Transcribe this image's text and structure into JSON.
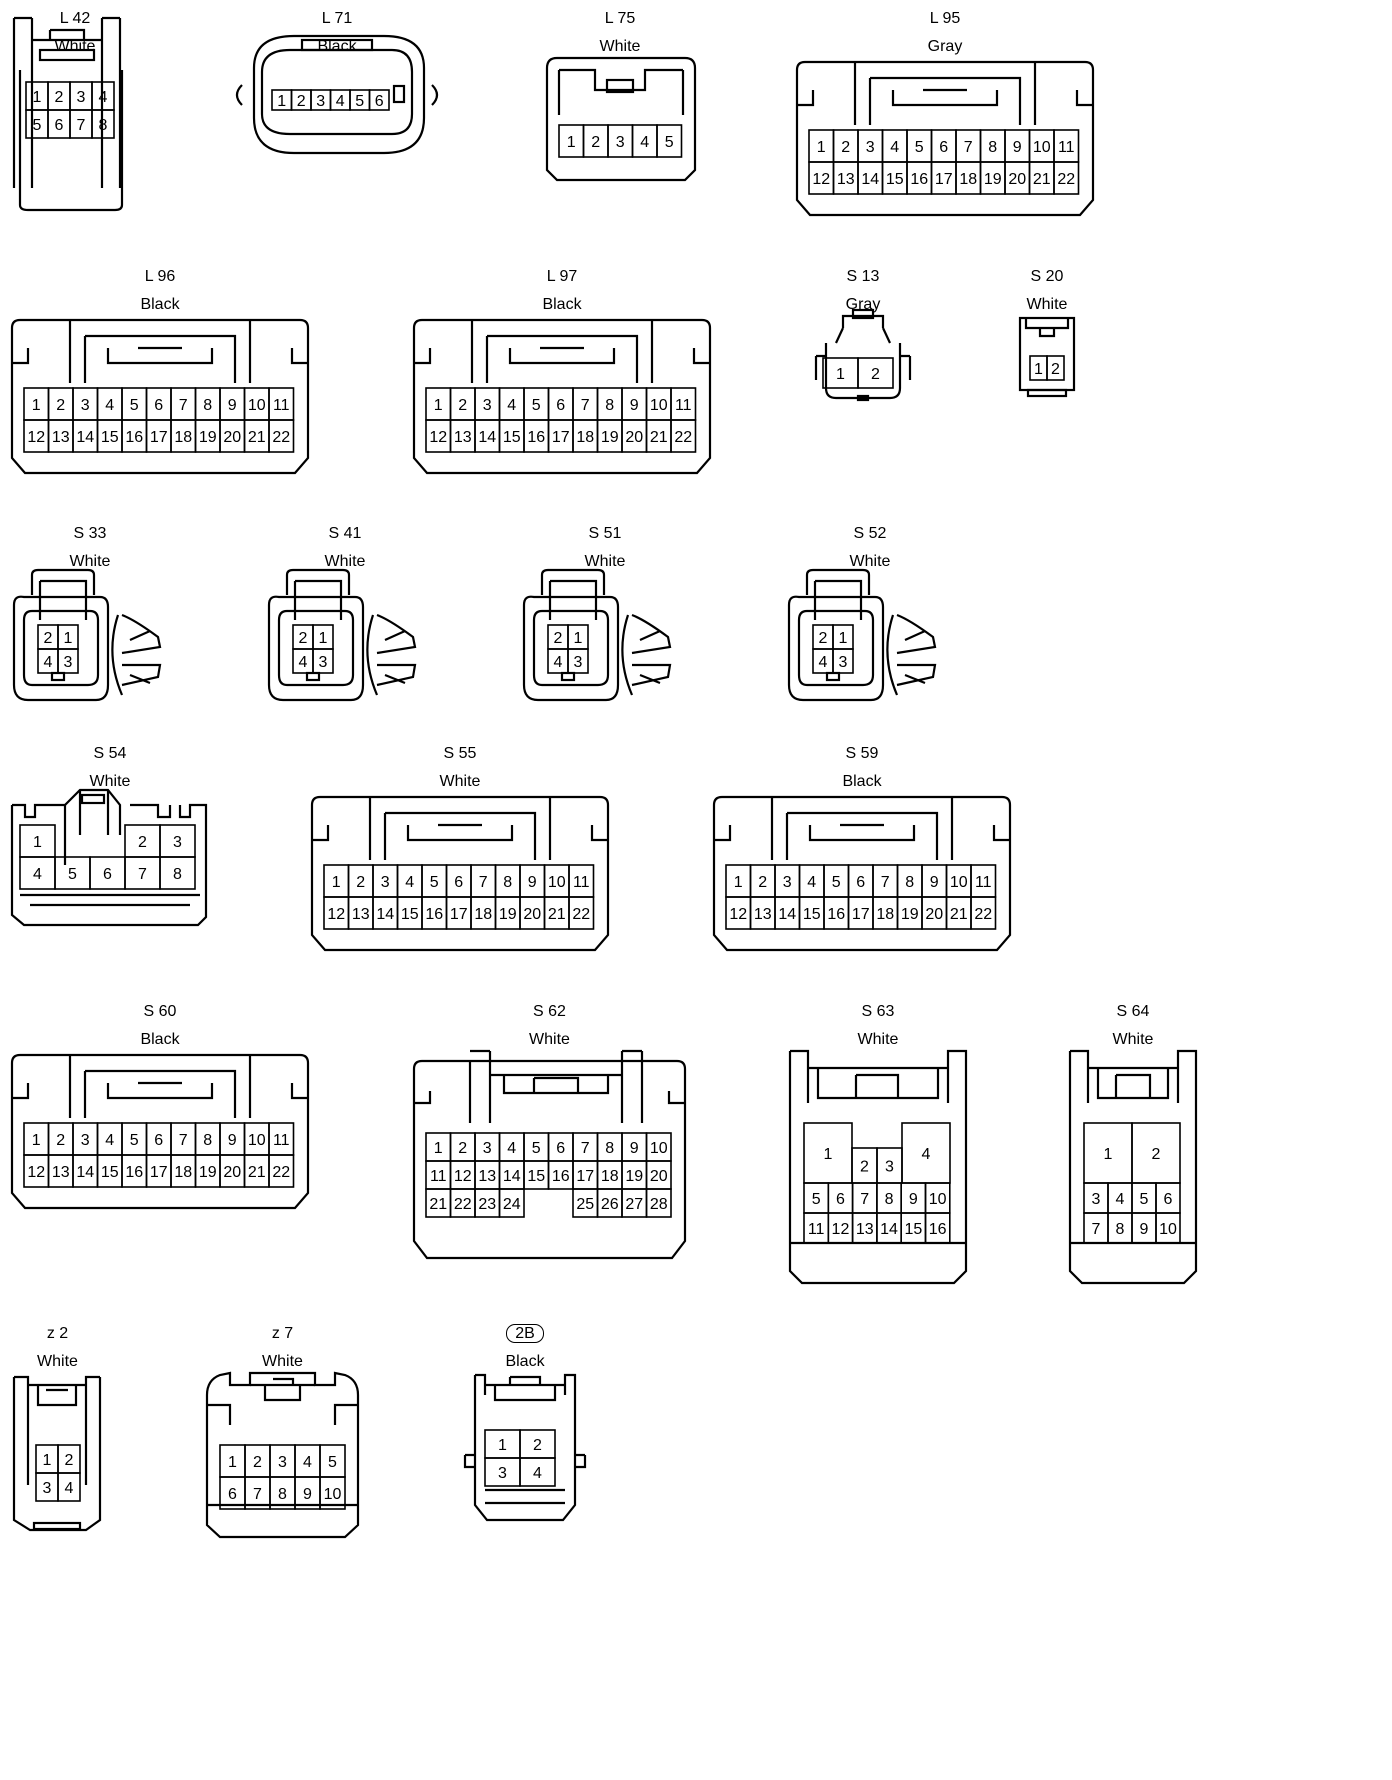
{
  "connectors": [
    {
      "id": "L 42",
      "color": "White",
      "style": "small",
      "cols": 4,
      "grid": [
        [
          "1",
          "2",
          "3",
          "4"
        ],
        [
          "5",
          "6",
          "7",
          "8"
        ]
      ]
    },
    {
      "id": "L 71",
      "color": "Black",
      "style": "round",
      "cols": 6,
      "grid": [
        [
          "1",
          "2",
          "3",
          "4",
          "5",
          "6"
        ]
      ]
    },
    {
      "id": "L 75",
      "color": "White",
      "style": "box",
      "cols": 5,
      "grid": [
        [
          "1",
          "2",
          "3",
          "4",
          "5"
        ]
      ]
    },
    {
      "id": "L 95",
      "color": "Gray",
      "style": "wide",
      "cols": 11,
      "grid": [
        [
          "1",
          "2",
          "3",
          "4",
          "5",
          "6",
          "7",
          "8",
          "9",
          "10",
          "11"
        ],
        [
          "12",
          "13",
          "14",
          "15",
          "16",
          "17",
          "18",
          "19",
          "20",
          "21",
          "22"
        ]
      ]
    },
    {
      "id": "L 96",
      "color": "Black",
      "style": "wide",
      "cols": 11,
      "grid": [
        [
          "1",
          "2",
          "3",
          "4",
          "5",
          "6",
          "7",
          "8",
          "9",
          "10",
          "11"
        ],
        [
          "12",
          "13",
          "14",
          "15",
          "16",
          "17",
          "18",
          "19",
          "20",
          "21",
          "22"
        ]
      ]
    },
    {
      "id": "L 97",
      "color": "Black",
      "style": "wide",
      "cols": 11,
      "grid": [
        [
          "1",
          "2",
          "3",
          "4",
          "5",
          "6",
          "7",
          "8",
          "9",
          "10",
          "11"
        ],
        [
          "12",
          "13",
          "14",
          "15",
          "16",
          "17",
          "18",
          "19",
          "20",
          "21",
          "22"
        ]
      ]
    },
    {
      "id": "S 13",
      "color": "Gray",
      "style": "tiny",
      "cols": 2,
      "grid": [
        [
          "1",
          "2"
        ]
      ]
    },
    {
      "id": "S 20",
      "color": "White",
      "style": "mini",
      "cols": 2,
      "grid": [
        [
          "1",
          "2"
        ]
      ]
    },
    {
      "id": "S 33",
      "color": "White",
      "style": "clip",
      "cols": 2,
      "grid": [
        [
          "2",
          "1"
        ],
        [
          "4",
          "3"
        ]
      ]
    },
    {
      "id": "S 41",
      "color": "White",
      "style": "clip",
      "cols": 2,
      "grid": [
        [
          "2",
          "1"
        ],
        [
          "4",
          "3"
        ]
      ]
    },
    {
      "id": "S 51",
      "color": "White",
      "style": "clip",
      "cols": 2,
      "grid": [
        [
          "2",
          "1"
        ],
        [
          "4",
          "3"
        ]
      ]
    },
    {
      "id": "S 52",
      "color": "White",
      "style": "clip",
      "cols": 2,
      "grid": [
        [
          "2",
          "1"
        ],
        [
          "4",
          "3"
        ]
      ]
    },
    {
      "id": "S 54",
      "color": "White",
      "style": "s54",
      "cols": 5,
      "grid": [
        [
          "1",
          "",
          "",
          "2",
          "3"
        ],
        [
          "4",
          "5",
          "6",
          "7",
          "8"
        ]
      ]
    },
    {
      "id": "S 55",
      "color": "White",
      "style": "wide",
      "cols": 11,
      "grid": [
        [
          "1",
          "2",
          "3",
          "4",
          "5",
          "6",
          "7",
          "8",
          "9",
          "10",
          "11"
        ],
        [
          "12",
          "13",
          "14",
          "15",
          "16",
          "17",
          "18",
          "19",
          "20",
          "21",
          "22"
        ]
      ]
    },
    {
      "id": "S 59",
      "color": "Black",
      "style": "wide",
      "cols": 11,
      "grid": [
        [
          "1",
          "2",
          "3",
          "4",
          "5",
          "6",
          "7",
          "8",
          "9",
          "10",
          "11"
        ],
        [
          "12",
          "13",
          "14",
          "15",
          "16",
          "17",
          "18",
          "19",
          "20",
          "21",
          "22"
        ]
      ]
    },
    {
      "id": "S 60",
      "color": "Black",
      "style": "wide",
      "cols": 11,
      "grid": [
        [
          "1",
          "2",
          "3",
          "4",
          "5",
          "6",
          "7",
          "8",
          "9",
          "10",
          "11"
        ],
        [
          "12",
          "13",
          "14",
          "15",
          "16",
          "17",
          "18",
          "19",
          "20",
          "21",
          "22"
        ]
      ]
    },
    {
      "id": "S 62",
      "color": "White",
      "style": "tall",
      "cols": 10,
      "grid": [
        [
          "1",
          "2",
          "3",
          "4",
          "5",
          "6",
          "7",
          "8",
          "9",
          "10"
        ],
        [
          "11",
          "12",
          "13",
          "14",
          "15",
          "16",
          "17",
          "18",
          "19",
          "20"
        ],
        [
          "21",
          "22",
          "23",
          "24",
          "",
          "",
          "25",
          "26",
          "27",
          "28"
        ]
      ]
    },
    {
      "id": "S 63",
      "color": "White",
      "style": "s63",
      "cols": 6,
      "big": [
        "1",
        "4"
      ],
      "mid": [
        "2",
        "3"
      ],
      "grid": [
        [
          "5",
          "6",
          "7",
          "8",
          "9",
          "10"
        ],
        [
          "11",
          "12",
          "13",
          "14",
          "15",
          "16"
        ]
      ]
    },
    {
      "id": "S 64",
      "color": "White",
      "style": "s64",
      "cols": 4,
      "big": [
        "1",
        "2"
      ],
      "grid": [
        [
          "3",
          "4",
          "5",
          "6"
        ],
        [
          "7",
          "8",
          "9",
          "10"
        ]
      ]
    },
    {
      "id": "z 2",
      "color": "White",
      "style": "z2",
      "cols": 2,
      "grid": [
        [
          "1",
          "2"
        ],
        [
          "3",
          "4"
        ]
      ]
    },
    {
      "id": "z 7",
      "color": "White",
      "style": "z7",
      "cols": 5,
      "grid": [
        [
          "1",
          "2",
          "3",
          "4",
          "5"
        ],
        [
          "6",
          "7",
          "8",
          "9",
          "10"
        ]
      ]
    },
    {
      "id": "2B",
      "color": "Black",
      "style": "b2",
      "boxed": true,
      "cols": 2,
      "grid": [
        [
          "1",
          "2"
        ],
        [
          "3",
          "4"
        ]
      ]
    }
  ]
}
